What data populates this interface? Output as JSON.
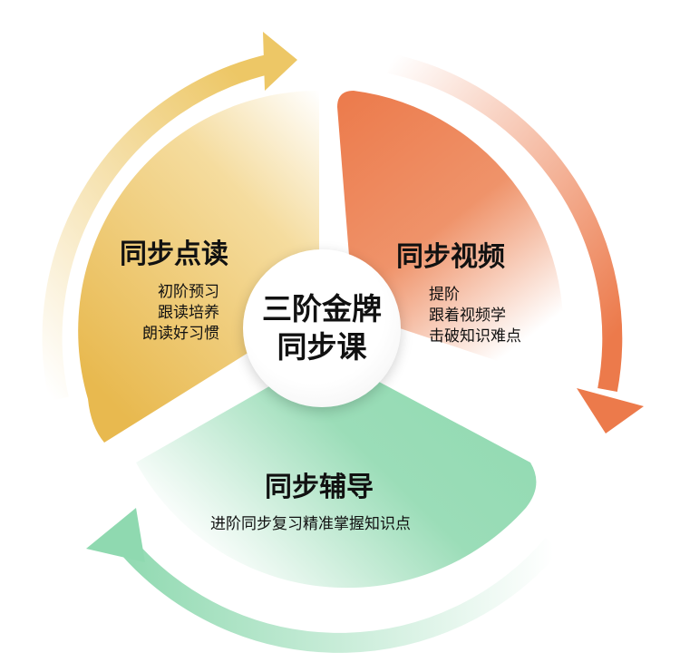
{
  "center": {
    "line1": "三阶金牌",
    "line2": "同步课"
  },
  "segments": [
    {
      "title": "同步点读",
      "lines": [
        "初阶预习",
        "跟读培养",
        "朗读好习惯"
      ],
      "color": "#E8B94F"
    },
    {
      "title": "同步视频",
      "lines": [
        "提阶",
        "跟着视频学",
        "击破知识难点"
      ],
      "color": "#EC7A4B"
    },
    {
      "title": "同步辅导",
      "lines": [
        "进阶同步复习精准掌握知识点"
      ],
      "color": "#8FD9B0"
    }
  ]
}
